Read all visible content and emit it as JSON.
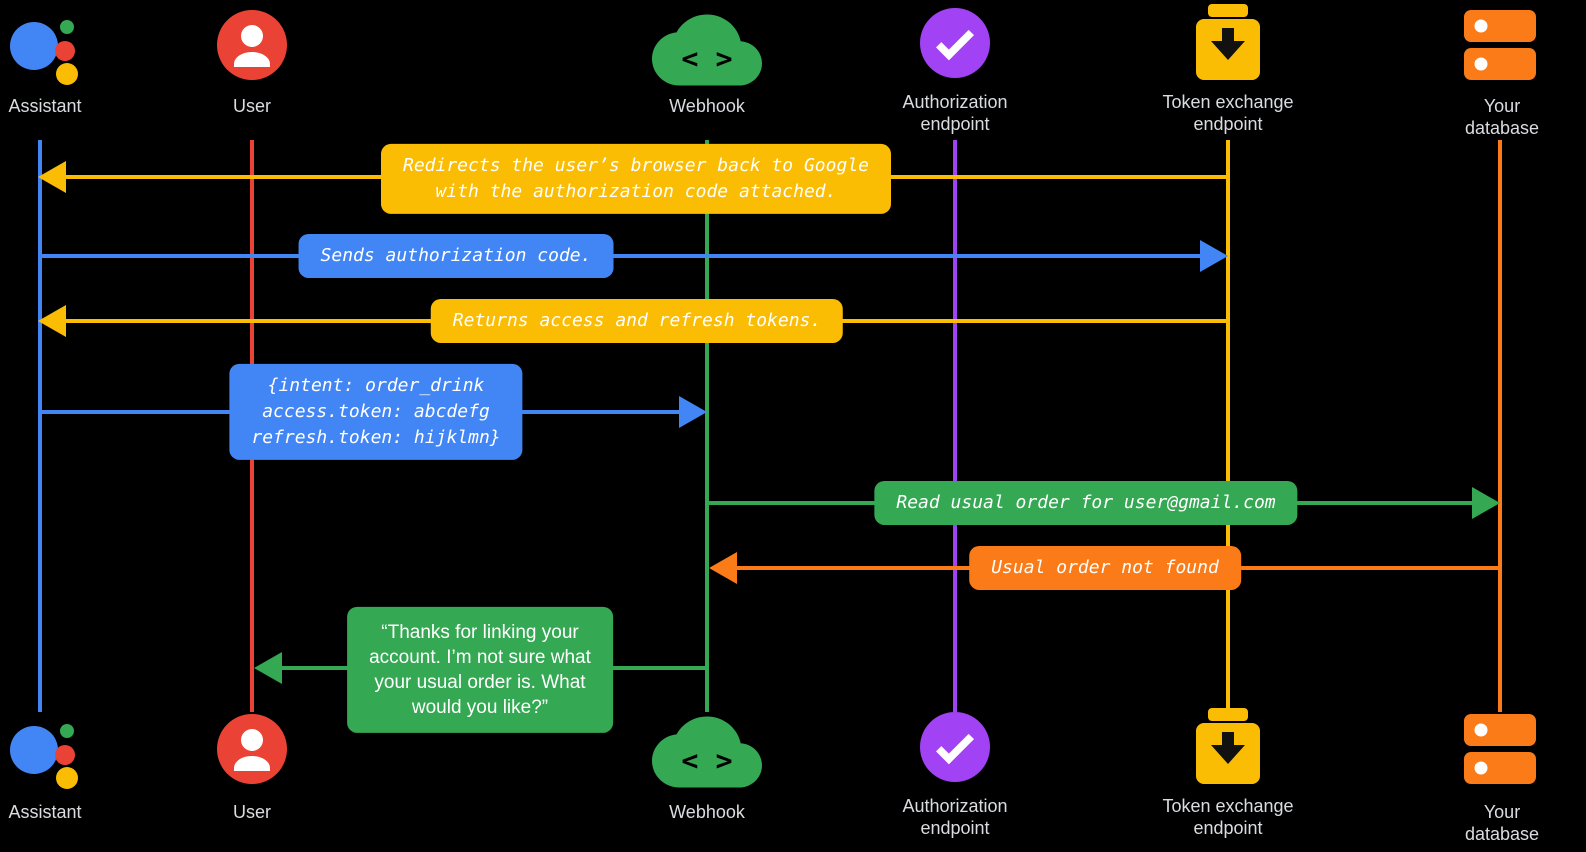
{
  "actors": {
    "assistant": {
      "label": "Assistant",
      "color": "#4285f4"
    },
    "user": {
      "label": "User",
      "color": "#ea4335"
    },
    "webhook": {
      "label": "Webhook",
      "color": "#34a853"
    },
    "auth_endpoint": {
      "label": "Authorization\nendpoint",
      "color": "#a142f4"
    },
    "token_exchange": {
      "label": "Token exchange\nendpoint",
      "color": "#fbbc04"
    },
    "database": {
      "label": "Your database",
      "color": "#fa7b17"
    }
  },
  "icons": {
    "webhook_glyph": "< >"
  },
  "messages": {
    "redirect_browser": {
      "text": "Redirects the user’s browser back to Google\nwith the authorization code attached.",
      "color": "#fbbc04",
      "from": "token_exchange",
      "to": "assistant"
    },
    "sends_auth_code": {
      "text": "Sends authorization code.",
      "color": "#4285f4",
      "from": "assistant",
      "to": "token_exchange"
    },
    "returns_tokens": {
      "text": "Returns access and refresh tokens.",
      "color": "#fbbc04",
      "from": "token_exchange",
      "to": "assistant"
    },
    "intent_payload": {
      "text": "{intent: order_drink\naccess.token: abcdefg\nrefresh.token: hijklmn}",
      "color": "#4285f4",
      "from": "assistant",
      "to": "webhook"
    },
    "read_order": {
      "text": "Read usual order for user@gmail.com",
      "color": "#34a853",
      "from": "webhook",
      "to": "database"
    },
    "order_not_found": {
      "text": "Usual order not found",
      "color": "#fa7b17",
      "from": "database",
      "to": "webhook"
    },
    "assistant_reply": {
      "text": "“Thanks for linking your\naccount. I’m not sure what\nyour usual order is. What\nwould you like?”",
      "color": "#34a853",
      "from": "webhook",
      "to": "user"
    }
  },
  "colors": {
    "background": "#000000",
    "label_text": "#dadce0",
    "message_text": "#ffffff"
  }
}
